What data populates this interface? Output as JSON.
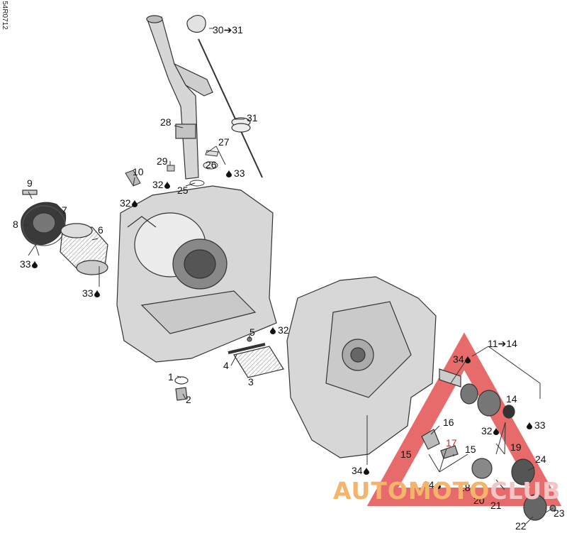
{
  "diagram_code": "54R0712",
  "callouts": [
    {
      "id": "c1",
      "text": "1"
    },
    {
      "id": "c2",
      "text": "2"
    },
    {
      "id": "c3",
      "text": "3"
    },
    {
      "id": "c4",
      "text": "4"
    },
    {
      "id": "c5",
      "text": "5"
    },
    {
      "id": "c6",
      "text": "6"
    },
    {
      "id": "c7",
      "text": "7"
    },
    {
      "id": "c8",
      "text": "8"
    },
    {
      "id": "c9",
      "text": "9"
    },
    {
      "id": "c10",
      "text": "10"
    },
    {
      "id": "c11-14",
      "text": "11➔14"
    },
    {
      "id": "c14",
      "text": "14"
    },
    {
      "id": "c15a",
      "text": "15"
    },
    {
      "id": "c15b",
      "text": "15"
    },
    {
      "id": "c16",
      "text": "16"
    },
    {
      "id": "c17",
      "text": "17"
    },
    {
      "id": "c18",
      "text": "18"
    },
    {
      "id": "c19",
      "text": "19"
    },
    {
      "id": "c20",
      "text": "20"
    },
    {
      "id": "c21",
      "text": "21"
    },
    {
      "id": "c22",
      "text": "22"
    },
    {
      "id": "c23",
      "text": "23"
    },
    {
      "id": "c24",
      "text": "24"
    },
    {
      "id": "c25",
      "text": "25"
    },
    {
      "id": "c26",
      "text": "26"
    },
    {
      "id": "c27",
      "text": "27"
    },
    {
      "id": "c28",
      "text": "28"
    },
    {
      "id": "c29",
      "text": "29"
    },
    {
      "id": "c30-31",
      "text": "30➔31"
    },
    {
      "id": "c31",
      "text": "31"
    },
    {
      "id": "c32a",
      "text": "32"
    },
    {
      "id": "c32b",
      "text": "32"
    },
    {
      "id": "c32c",
      "text": "32"
    },
    {
      "id": "c32d",
      "text": "32"
    },
    {
      "id": "c33a",
      "text": "33"
    },
    {
      "id": "c33b",
      "text": "33"
    },
    {
      "id": "c33c",
      "text": "33"
    },
    {
      "id": "c33d",
      "text": "33"
    },
    {
      "id": "c34a",
      "text": "34"
    },
    {
      "id": "c34b",
      "text": "34"
    },
    {
      "id": "c34c",
      "text": "34"
    }
  ],
  "watermark": {
    "part_a": "AUTOMOTO",
    "part_b": "CLUB"
  },
  "colors": {
    "line": "#333333",
    "part_fill": "#d9d9d9",
    "dark": "#555555",
    "watermark_red": "#e03a3a",
    "watermark_orange": "#f4b46b"
  }
}
